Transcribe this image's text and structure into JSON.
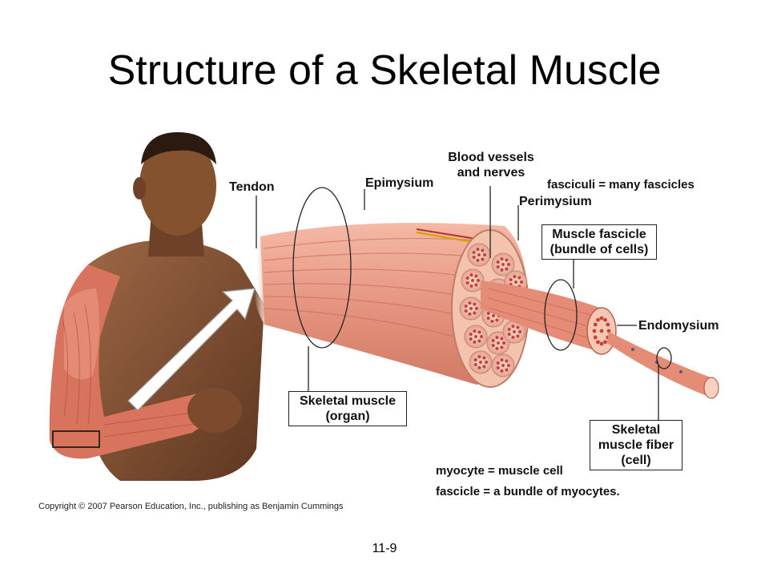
{
  "slide": {
    "title": "Structure of a Skeletal Muscle",
    "slide_number": "11-9",
    "copyright": "Copyright © 2007 Pearson Education, Inc., publishing as Benjamin Cummings"
  },
  "labels": {
    "tendon": "Tendon",
    "epimysium": "Epimysium",
    "blood_vessels_line1": "Blood vessels",
    "blood_vessels_line2": "and nerves",
    "fasciculi_note": "fasciculi = many fascicles",
    "perimysium": "Perimysium",
    "muscle_fascicle_line1": "Muscle fascicle",
    "muscle_fascicle_line2": "(bundle of cells)",
    "endomysium": "Endomysium",
    "skeletal_muscle_line1": "Skeletal muscle",
    "skeletal_muscle_line2": "(organ)",
    "fiber_line1": "Skeletal",
    "fiber_line2": "muscle fiber",
    "fiber_line3": "(cell)",
    "myocyte_note": "myocyte = muscle cell",
    "fascicle_note": "fascicle = a bundle of myocytes."
  },
  "colors": {
    "skin": "#8a5a3c",
    "skin_dark": "#4a2a18",
    "muscle": "#e79a86",
    "muscle_dark": "#c8604e",
    "fascicle_cut": "#f6d8c4",
    "cell_red": "#c8403a",
    "line": "#222222"
  }
}
